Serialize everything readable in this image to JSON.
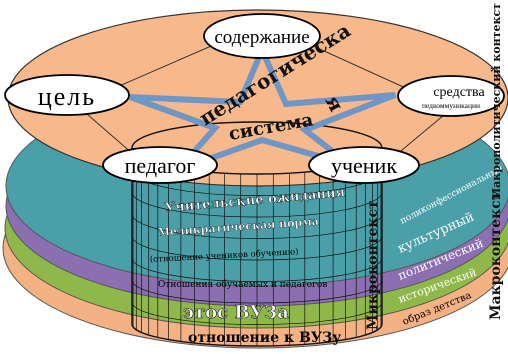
{
  "diagram": {
    "core": {
      "line1": "педагогическа",
      "line2": "я",
      "line3": "система"
    },
    "nodes": {
      "content": "содержание",
      "goal": "цель",
      "means": "средства",
      "means_sub": "педкоммуникации",
      "teacher": "педагог",
      "student": "ученик"
    },
    "cylinder_layers": [
      "Учительские ожидания",
      "Меликратическая норма",
      "(отношение учеников обучению)",
      "Отношения обучаемых и педагогов",
      "этос ВУЗа",
      "отношение к ВУЗу"
    ],
    "side_layers": [
      "поликонфессиональный",
      "культурный",
      "политический",
      "исторический",
      "образ детства"
    ],
    "micro_context": "Микроконтекст",
    "macro_context": "Макроконтекст",
    "macro_context_top": "Макрополитический контекст",
    "colors": {
      "disk_top": "#f7b98b",
      "teal": "#4a9fa8",
      "purple": "#8b6fb0",
      "green": "#8fb84a",
      "peach": "#f4b183",
      "star": "#6f96c4",
      "node_stroke": "#000000"
    }
  }
}
